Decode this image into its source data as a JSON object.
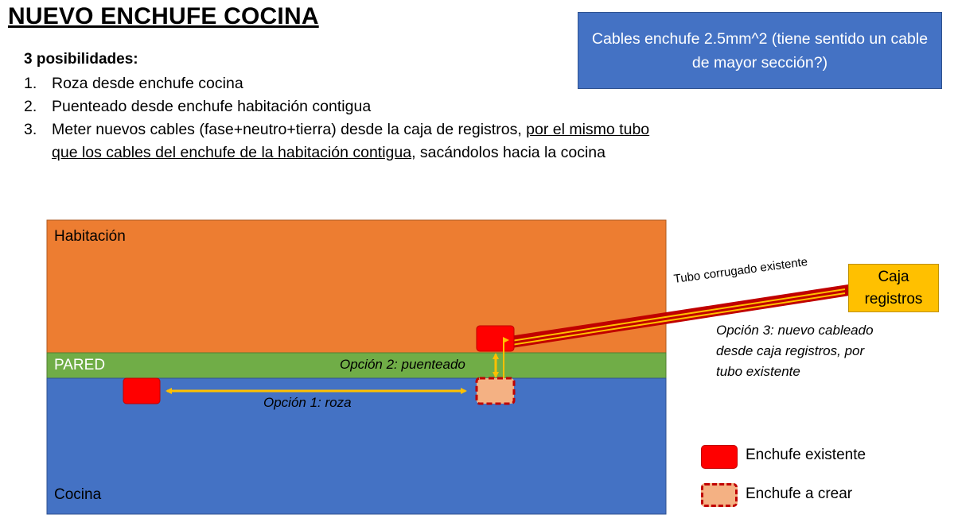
{
  "title": "NUEVO ENCHUFE COCINA",
  "subtitle": "3 posibilidades:",
  "options": [
    {
      "num": "1.",
      "text": "Roza desde enchufe cocina"
    },
    {
      "num": "2.",
      "text": "Puenteado desde enchufe habitación contigua"
    },
    {
      "num": "3.",
      "line1_plain": "Meter nuevos cables (fase+neutro+tierra) desde la caja de registros, ",
      "line1_underline": "por el mismo tubo",
      "line2_underline": "que los cables del enchufe de la habitación contigua",
      "line2_plain": ", sacándolos hacia la cocina"
    }
  ],
  "note": "Cables enchufe 2.5mm^2 (tiene sentido un cable de mayor sección?)",
  "diagram": {
    "habitacion_label": "Habitación",
    "pared_label": "PARED",
    "cocina_label": "Cocina",
    "option1_label": "Opción 1: roza",
    "option2_label": "Opción 2: puenteado",
    "option3_label_lines": [
      "Opción 3: nuevo cableado",
      "desde caja registros, por",
      "tubo existente"
    ],
    "tubo_label": "Tubo corrugado existente",
    "caja_label": "Caja registros",
    "colors": {
      "habitacion": "#ed7d31",
      "pared": "#70ad47",
      "cocina": "#4472c4",
      "enchufe_existente": "#ff0000",
      "enchufe_nuevo": "#f4b183",
      "arrow": "#ffc000",
      "tubo": "#c00000"
    }
  },
  "legend": {
    "existing": "Enchufe existente",
    "new": "Enchufe a crear"
  }
}
